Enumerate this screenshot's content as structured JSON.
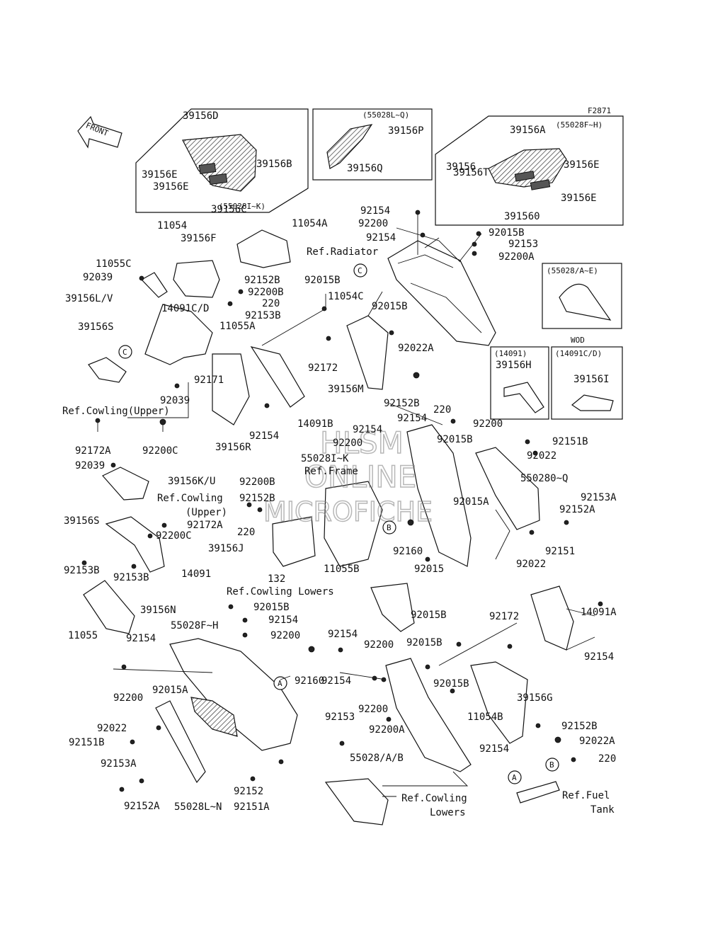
{
  "figure_code": "F2871",
  "front_label": "FRONT",
  "watermark": [
    "HLSM",
    "ONLINE",
    "MICROFICHE"
  ],
  "inset_labels": {
    "box_left_caption": "(55028I~K)",
    "box_mid_caption": "(55028L~Q)",
    "box_right_caption": "(55028F~H)",
    "box_wod_caption": "(55028/A~E)",
    "wod": "WOD",
    "box_14091": "(14091)",
    "box_14091cd": "(14091C/D)"
  },
  "refs": {
    "radiator": "Ref.Radiator",
    "cowling_upper_1": "Ref.Cowling(Upper)",
    "cowling_upper_2a": "Ref.Cowling",
    "cowling_upper_2b": "(Upper)",
    "frame": "Ref.Frame",
    "cowling_lowers_1": "Ref.Cowling Lowers",
    "cowling_lowers_2a": "Ref.Cowling",
    "cowling_lowers_2b": "Lowers",
    "fuel_a": "Ref.Fuel",
    "fuel_b": "Tank"
  },
  "markers": [
    "A",
    "B",
    "C"
  ],
  "part_labels": [
    "39156D",
    "39156B",
    "39156E",
    "39156E",
    "39156C",
    "39156P",
    "39156Q",
    "39156A",
    "39156",
    "39156T",
    "39156E",
    "39156E",
    "391560",
    "11054",
    "11054A",
    "39156F",
    "11055C",
    "92039",
    "39156L/V",
    "92152B",
    "92200B",
    "220",
    "14091C/D",
    "92153B",
    "11055A",
    "39156S",
    "92154",
    "92200",
    "92154",
    "92015B",
    "92153",
    "92200A",
    "92015B",
    "11054C",
    "92015B",
    "92022A",
    "92172",
    "39156M",
    "92152B",
    "220",
    "92154",
    "92200",
    "39156H",
    "39156I",
    "92171",
    "92039",
    "14091B",
    "92154",
    "39156R",
    "92172A",
    "92200C",
    "92154",
    "92200",
    "55028I~K",
    "92015B",
    "92151B",
    "92022",
    "550280~Q",
    "92153A",
    "92015A",
    "92152A",
    "92151",
    "92022",
    "92160",
    "92015",
    "92039",
    "39156K/U",
    "92200B",
    "92152B",
    "220",
    "39156J",
    "132",
    "11055B",
    "39156S",
    "92172A",
    "92200C",
    "92153B",
    "92153B",
    "14091",
    "39156N",
    "11055",
    "92154",
    "92015B",
    "55028F~H",
    "92154",
    "92200",
    "92160",
    "92200",
    "92015A",
    "92022",
    "92151B",
    "92153A",
    "92152A",
    "55028L~N",
    "92152",
    "92151A",
    "92154",
    "92015B",
    "92172",
    "14091A",
    "92154",
    "92200",
    "92015B",
    "92154",
    "92015B",
    "92200",
    "39156G",
    "92153",
    "11054B",
    "92152B",
    "92200A",
    "92022A",
    "55028/A/B",
    "92154",
    "220"
  ]
}
